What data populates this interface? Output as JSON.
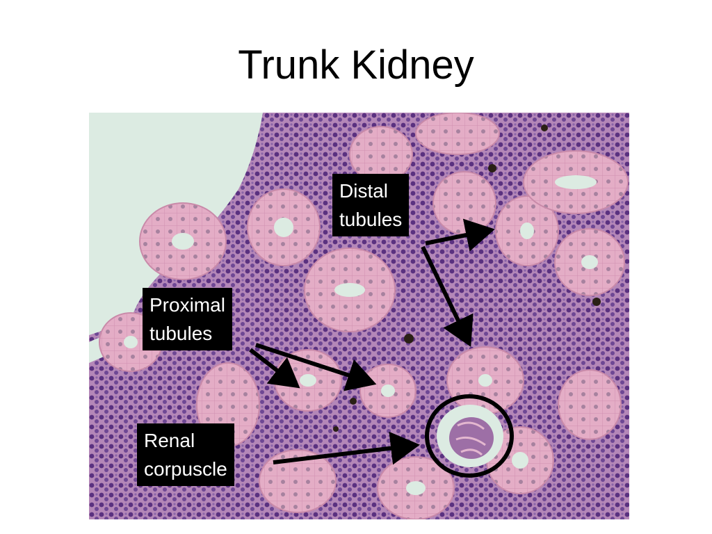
{
  "slide": {
    "title": "Trunk Kidney"
  },
  "labels": {
    "distal": {
      "line1": "Distal",
      "line2": "tubules"
    },
    "proximal": {
      "line1": "Proximal",
      "line2": "tubules"
    },
    "renal": {
      "line1": "Renal",
      "line2": "corpuscle"
    }
  },
  "colors": {
    "background": "#ffffff",
    "tissue_pink": "#e3a9c2",
    "nuclei_purple": "#6a3f8a",
    "lumen": "#dcebe2",
    "annotation": "#000000"
  }
}
